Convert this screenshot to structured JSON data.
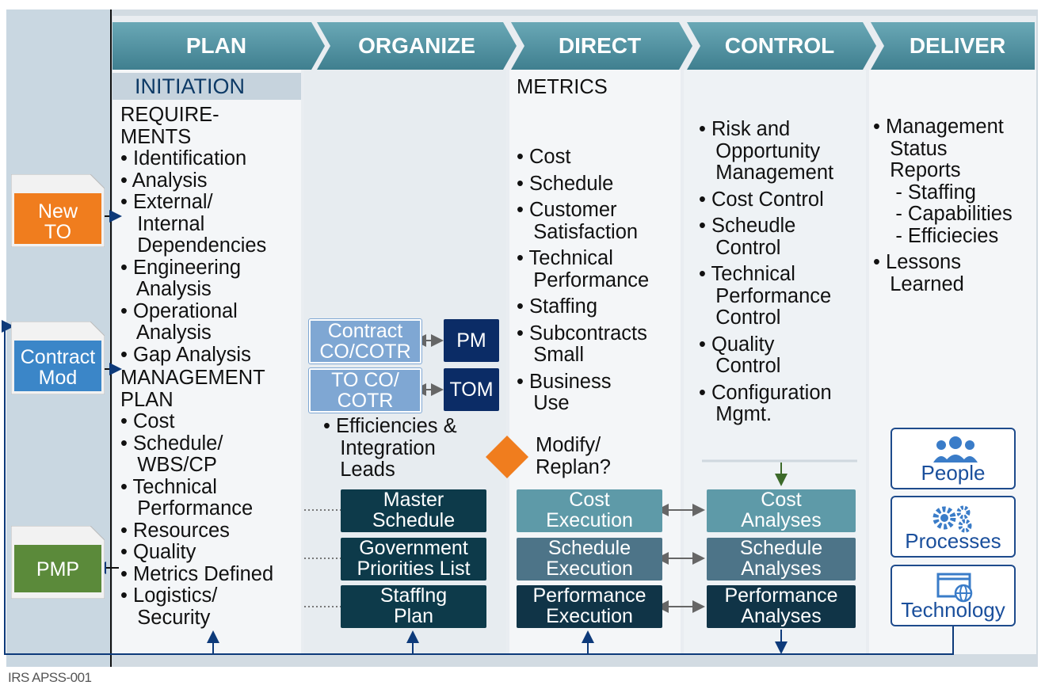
{
  "header": {
    "phases": [
      "PLAN",
      "ORGANIZE",
      "DIRECT",
      "CONTROL",
      "DELIVER"
    ]
  },
  "inputs": {
    "new_to": "New\nTO",
    "contract_mod": "Contract\nMod",
    "pmp": "PMP"
  },
  "plan": {
    "initiation": "INITIATION",
    "requirements_heading": "REQUIRE-\nMENTS",
    "requirements_items": "• Identification\n• Analysis\n• External/\n   Internal\n   Dependencies\n• Engineering\n   Analysis\n• Operational\n   Analysis\n• Gap Analysis",
    "management_heading": "MANAGEMENT\nPLAN",
    "management_items": "• Cost\n• Schedule/\n   WBS/CP\n• Technical\n   Performance\n• Resources\n• Quality\n• Metrics Defined\n• Logistics/\n   Security"
  },
  "organize": {
    "contract_box": "Contract\nCO/COTR",
    "pm_box": "PM",
    "toco_box": "TO CO/\nCOTR",
    "tom_box": "TOM",
    "efficiencies": "• Efficiencies &\n   Integration\n   Leads",
    "master_schedule": "Master\nSchedule",
    "priorities_list": "Government\nPriorities List",
    "staffing_plan": "Stafflng\nPlan"
  },
  "direct": {
    "metrics_heading": "METRICS",
    "metrics_items": "• Cost\n\n• Schedule\n\n• Customer\n   Satisfaction\n\n• Technical\n   Performance\n\n• Staffing\n\n• Subcontracts\n   Small\n\n• Business\n   Use",
    "decision": "Modify/\nReplan?",
    "cost_execution": "Cost\nExecution",
    "schedule_execution": "Schedule\nExecution",
    "performance_execution": "Performance\nExecution"
  },
  "control": {
    "items": "• Risk and\n   Opportunity\n   Management\n\n• Cost Control\n\n• Scheudle\n   Control\n\n• Technical\n   Performance\n   Control\n\n• Quality\n   Control\n\n• Configuration\n   Mgmt.",
    "cost_analyses": "Cost\nAnalyses",
    "schedule_analyses": "Schedule\nAnalyses",
    "performance_analyses": "Performance\nAnalyses"
  },
  "deliver": {
    "items": "• Management\n   Status\n   Reports\n    - Staffing\n    - Capabilities\n    - Efficiecies\n\n• Lessons\n   Learned",
    "people": "People",
    "processes": "Processes",
    "technology": "Technology"
  },
  "footnote": "IRS APSS-001",
  "colors": {
    "header": "#5a98a6",
    "navy": "#0b2c66",
    "dark_teal": "#0d3a4a",
    "teal": "#5e9aa8",
    "orange_diamond": "#f07d1e",
    "new_to": "#f07d1e",
    "contract_mod": "#3b86c8",
    "pmp": "#5b8a3a",
    "line_blue": "#0d3a7a"
  }
}
